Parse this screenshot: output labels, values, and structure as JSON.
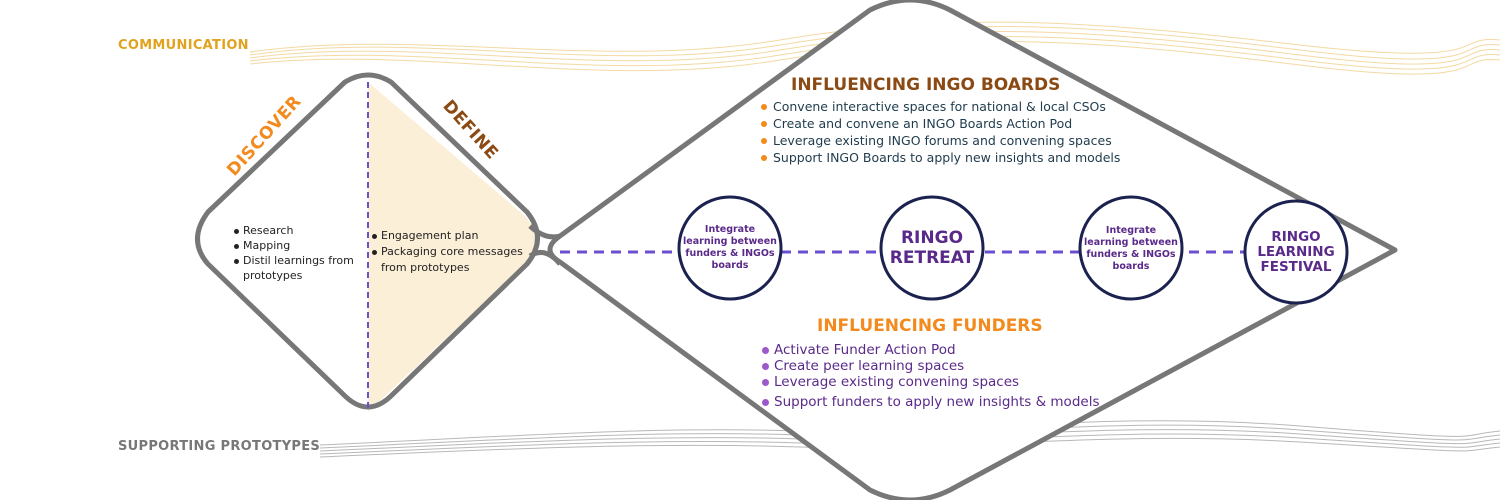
{
  "bands": {
    "communication": "COMMUNICATION",
    "supporting_prototypes": "SUPPORTING PROTOTYPES"
  },
  "phases": {
    "discover": "DISCOVER",
    "define": "DEFINE"
  },
  "discover_items": [
    "Research",
    "Mapping",
    "Distil learnings from prototypes"
  ],
  "define_items": [
    "Engagement plan",
    "Packaging core messages from prototypes"
  ],
  "ingo_boards": {
    "title": "INFLUENCING INGO BOARDS",
    "items": [
      "Convene interactive spaces for national & local CSOs",
      "Create and convene an INGO Boards Action Pod",
      "Leverage existing INGO forums and convening spaces",
      "Support INGO Boards to apply new insights and models"
    ]
  },
  "funders": {
    "title": "INFLUENCING FUNDERS",
    "items": [
      "Activate Funder Action Pod",
      "Create peer learning spaces",
      "Leverage existing convening spaces",
      "Support funders to apply new insights & models"
    ]
  },
  "milestones": {
    "integrate_1": "Integrate learning between funders & INGOs boards",
    "retreat": "RINGO RETREAT",
    "integrate_2": "Integrate learning between funders & INGOs boards",
    "festival": "RINGO LEARNING FESTIVAL"
  },
  "colors": {
    "orange": "#f28a1e",
    "gold": "#e0a21f",
    "brown": "#8b4a13",
    "purple": "#6a2c91",
    "navy": "#1c2250",
    "gray": "#777777",
    "cream": "#fcefd8"
  }
}
